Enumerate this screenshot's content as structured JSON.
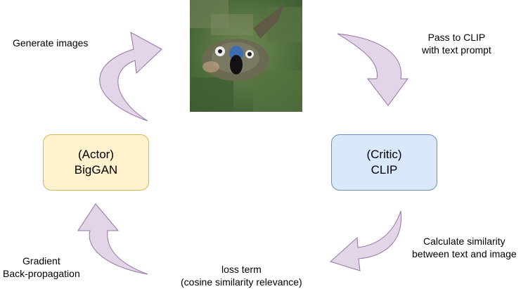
{
  "nodes": {
    "actor": {
      "line1": "(Actor)",
      "line2": "BigGAN"
    },
    "critic": {
      "line1": "(Critic)",
      "line2": "CLIP"
    }
  },
  "edges": {
    "generate": "Generate images",
    "pass_line1": "Pass to CLIP",
    "pass_line2": "with text prompt",
    "calc_line1": "Calculate similarity",
    "calc_line2": "between text and image",
    "loss_line1": "loss term",
    "loss_line2": "(cosine similarity relevance)",
    "grad_line1": "Gradient",
    "grad_line2": "Back-propagation"
  },
  "image": {
    "description_icon": "generated-bird-image"
  },
  "colors": {
    "arrow_fill": "#e1d5e7",
    "arrow_stroke": "#9673a6",
    "actor_fill": "#fff2cc",
    "actor_stroke": "#d6b656",
    "critic_fill": "#dae8fc",
    "critic_stroke": "#6c8ebf"
  }
}
